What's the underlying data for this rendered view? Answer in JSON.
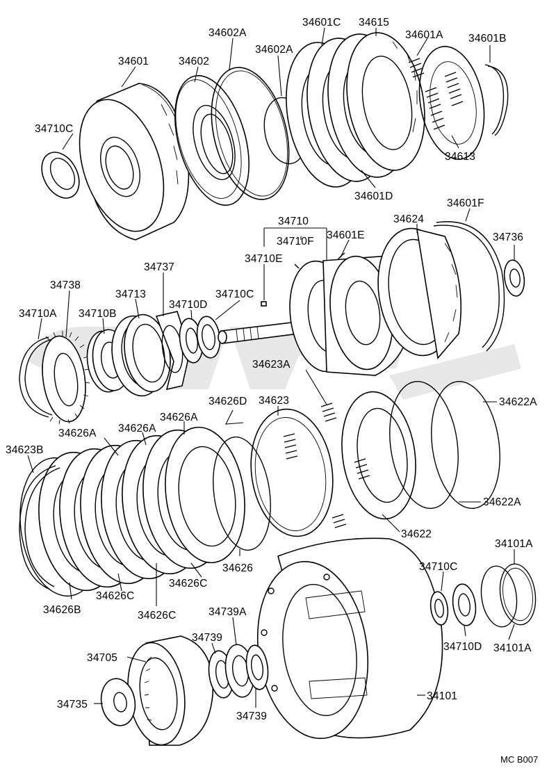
{
  "diagram": {
    "drawing_code": "MC B007",
    "parts": [
      {
        "id": "p34601",
        "label": "34601"
      },
      {
        "id": "p34602",
        "label": "34602"
      },
      {
        "id": "p34602A_top",
        "label": "34602A"
      },
      {
        "id": "p34602A_mid",
        "label": "34602A"
      },
      {
        "id": "p34601C",
        "label": "34601C"
      },
      {
        "id": "p34615",
        "label": "34615"
      },
      {
        "id": "p34601A",
        "label": "34601A"
      },
      {
        "id": "p34601B",
        "label": "34601B"
      },
      {
        "id": "p34710C_top",
        "label": "34710C"
      },
      {
        "id": "p34613",
        "label": "34613"
      },
      {
        "id": "p34601D",
        "label": "34601D"
      },
      {
        "id": "p34601F",
        "label": "34601F"
      },
      {
        "id": "p34710",
        "label": "34710"
      },
      {
        "id": "p34624",
        "label": "34624"
      },
      {
        "id": "p34710F",
        "label": "34710F"
      },
      {
        "id": "p34601E",
        "label": "34601E"
      },
      {
        "id": "p34736",
        "label": "34736"
      },
      {
        "id": "p34710E",
        "label": "34710E"
      },
      {
        "id": "p34737",
        "label": "34737"
      },
      {
        "id": "p34738",
        "label": "34738"
      },
      {
        "id": "p34713",
        "label": "34713"
      },
      {
        "id": "p34710C_mid",
        "label": "34710C"
      },
      {
        "id": "p34710D_mid",
        "label": "34710D"
      },
      {
        "id": "p34710A",
        "label": "34710A"
      },
      {
        "id": "p34710B",
        "label": "34710B"
      },
      {
        "id": "p34623A",
        "label": "34623A"
      },
      {
        "id": "p34626D",
        "label": "34626D"
      },
      {
        "id": "p34623",
        "label": "34623"
      },
      {
        "id": "p34622A_top",
        "label": "34622A"
      },
      {
        "id": "p34626A_1",
        "label": "34626A"
      },
      {
        "id": "p34626A_2",
        "label": "34626A"
      },
      {
        "id": "p34626A_3",
        "label": "34626A"
      },
      {
        "id": "p34623B",
        "label": "34623B"
      },
      {
        "id": "p34622A_bot",
        "label": "34622A"
      },
      {
        "id": "p34622",
        "label": "34622"
      },
      {
        "id": "p34626",
        "label": "34626"
      },
      {
        "id": "p34626C_1",
        "label": "34626C"
      },
      {
        "id": "p34626C_2",
        "label": "34626C"
      },
      {
        "id": "p34626C_3",
        "label": "34626C"
      },
      {
        "id": "p34626B",
        "label": "34626B"
      },
      {
        "id": "p34101A_top",
        "label": "34101A"
      },
      {
        "id": "p34710C_bot",
        "label": "34710C"
      },
      {
        "id": "p34739A",
        "label": "34739A"
      },
      {
        "id": "p34739_top",
        "label": "34739"
      },
      {
        "id": "p34710D_bot",
        "label": "34710D"
      },
      {
        "id": "p34101A_bot",
        "label": "34101A"
      },
      {
        "id": "p34705",
        "label": "34705"
      },
      {
        "id": "p34101",
        "label": "34101"
      },
      {
        "id": "p34735",
        "label": "34735"
      },
      {
        "id": "p34739_bot",
        "label": "34739"
      }
    ]
  }
}
